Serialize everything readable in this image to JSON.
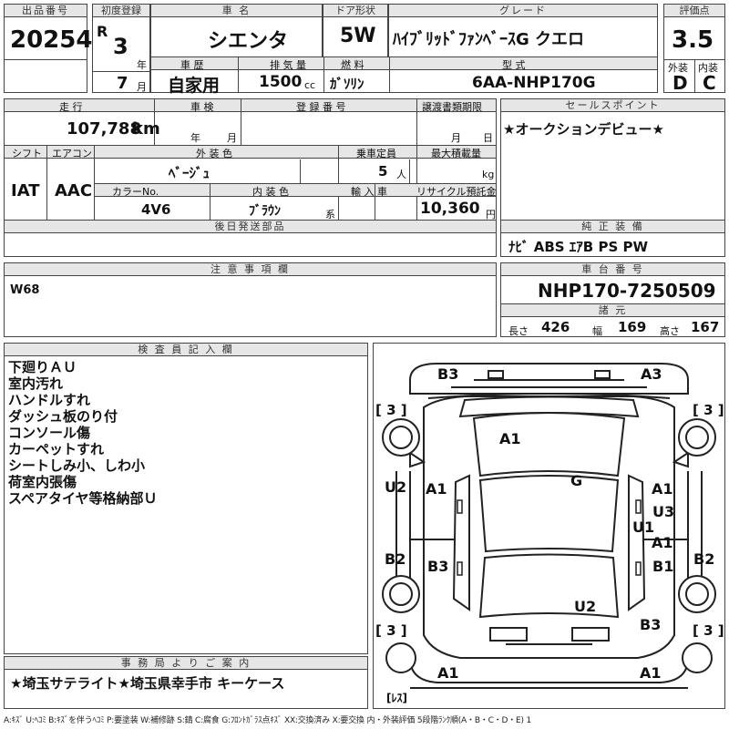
{
  "header": {
    "lot_label": "出品番号",
    "lot": "20254",
    "reg_label": "初度登録",
    "era": "R",
    "year": "3",
    "year_unit": "年",
    "month": "7",
    "month_unit": "月",
    "car_label": "車 名",
    "car": "シエンタ",
    "door_label": "ドア形状",
    "door": "5W",
    "grade_label": "グレード",
    "grade": "ﾊｲﾌﾞﾘｯﾄﾞﾌｧﾝﾍﾞｰｽG クエロ",
    "score_label": "評価点",
    "score": "3.5",
    "history_label": "車 歴",
    "history": "自家用",
    "cc_label": "排 気 量",
    "cc": "1500",
    "cc_unit": "cc",
    "fuel_label": "燃 料",
    "fuel": "ｶﾞｿﾘﾝ",
    "model_label": "型 式",
    "model": "6AA-NHP170G",
    "ext_label": "外装",
    "ext": "D",
    "int_label": "内装",
    "int": "C"
  },
  "mid": {
    "mileage_label": "走 行",
    "mileage": "107,788",
    "mileage_unit": "km",
    "inspection_label": "車 検",
    "insp_year_unit": "年",
    "insp_month_unit": "月",
    "plate_label": "登 録 番 号",
    "transfer_label": "譲渡書類期限",
    "transfer_month_unit": "月",
    "transfer_day_unit": "日",
    "shift_label": "シフト",
    "shift": "IAT",
    "ac_label": "エアコン",
    "ac": "AAC",
    "color_label": "外 装 色",
    "color": "ﾍﾞｰｼﾞｭ",
    "capacity_label": "乗車定員",
    "capacity": "5",
    "capacity_unit": "人",
    "load_label": "最大積載量",
    "load_unit": "kg",
    "colorno_label": "カラーNo.",
    "colorno": "4V6",
    "intcolor_label": "内 装 色",
    "intcolor": "ﾌﾞﾗｳﾝ",
    "intcolor_suffix": "系",
    "import_label": "輸 入 車",
    "recycle_label": "リサイクル預託金",
    "recycle": "10,360",
    "recycle_unit": "円",
    "later_label": "後日発送部品"
  },
  "sales": {
    "label": "セールスポイント",
    "text": "★オークションデビュー★"
  },
  "equip": {
    "label": "純 正 装 備",
    "text": "ﾅﾋﾞ ABS ｴｱB PS PW"
  },
  "caution": {
    "label": "注 意 事 項 欄",
    "text": "W68"
  },
  "chassis": {
    "label": "車 台 番 号",
    "value": "NHP170-7250509",
    "spec_label": "諸 元",
    "len_label": "長さ",
    "len": "426",
    "wid_label": "幅",
    "wid": "169",
    "hgt_label": "高さ",
    "hgt": "167"
  },
  "inspector": {
    "label": "検 査 員 記 入 欄",
    "lines": [
      "下廻りＡＵ",
      "室内汚れ",
      "ハンドルすれ",
      "ダッシュ板のり付",
      "コンソール傷",
      "カーペットすれ",
      "シートしみ小、しわ小",
      "荷室内張傷",
      "スペアタイヤ等格納部Ｕ"
    ]
  },
  "office": {
    "label": "事 務 局 よ り ご 案 内",
    "text": "★埼玉サテライト★埼玉県幸手市 キーケース"
  },
  "legend": "A:ｷｽﾞ U:ﾍｺﾐ B:ｷｽﾞを伴うﾍｺﾐ P:要塗装 W:補修跡 S:錆 C:腐食 G:ﾌﾛﾝﾄｶﾞﾗｽ点ｷｽﾞ XX:交換済み X:要交換 内・外装評価 5段階ﾗﾝｸ順(A・B・C・D・E) 1",
  "diagram": {
    "bracket_tl": "[ 3 ]",
    "bracket_tr": "[ 3 ]",
    "bracket_bl": "[ 3 ]",
    "bracket_br": "[ 3 ]",
    "lens": "[ﾚｽ]",
    "marks": {
      "b3_tl": "B3",
      "a3_tr": "A3",
      "a1_roof": "A1",
      "g_glass": "G",
      "u2_left": "U2",
      "a1_ldoor": "A1",
      "a1_rdoor1": "A1",
      "u3_right": "U3",
      "u1_right": "U1",
      "a1_rdoor2": "A1",
      "b2_left": "B2",
      "b3_left": "B3",
      "b1_right": "B1",
      "b2_right": "B2",
      "u2_rear": "U2",
      "b3_br": "B3",
      "a1_bl": "A1",
      "a1_br": "A1"
    }
  }
}
